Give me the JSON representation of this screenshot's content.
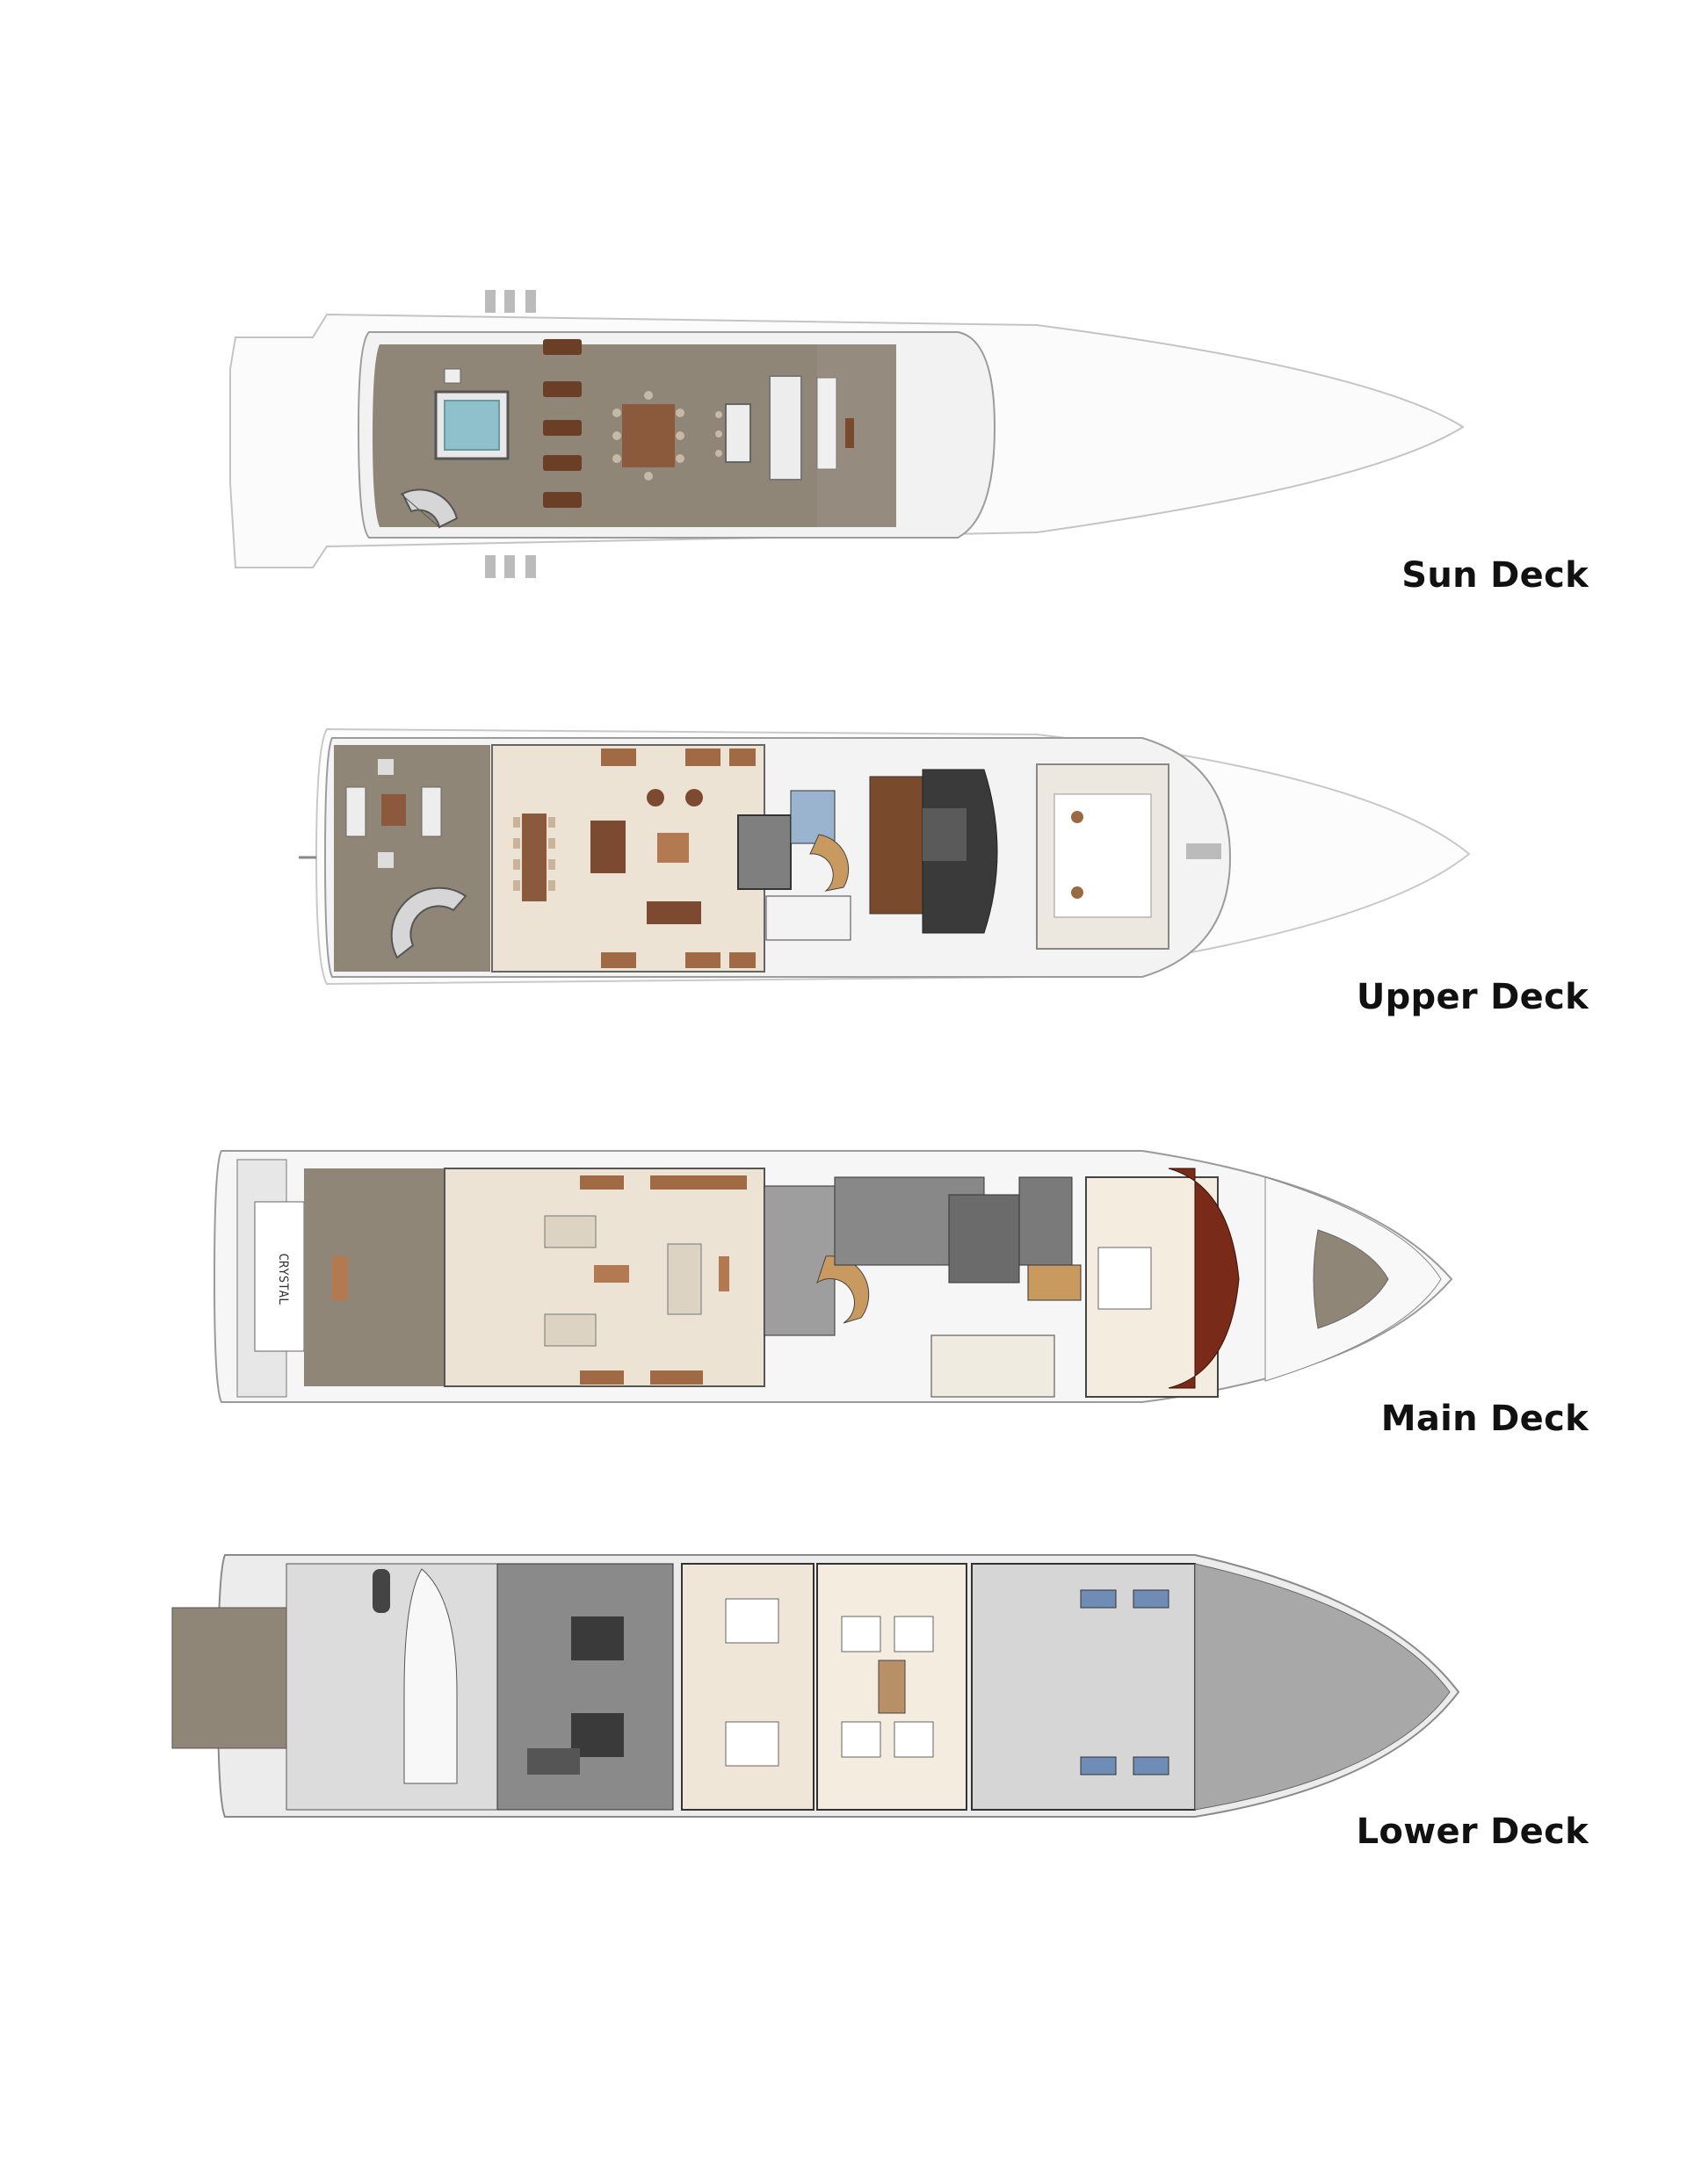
{
  "decks": {
    "sun": {
      "label": "Sun Deck"
    },
    "upper": {
      "label": "Upper Deck"
    },
    "main": {
      "label": "Main Deck",
      "stern_lettering": "CRYSTAL"
    },
    "lower": {
      "label": "Lower Deck"
    }
  },
  "colors": {
    "teak": "#8f8678",
    "teak_dark": "#7a7266",
    "interior_cream": "#ece3d4",
    "furniture_brown": "#a06a44",
    "dark_wood": "#5a3320",
    "master_headboard": "#7a2a18",
    "grey_room": "#9a9a9a",
    "hull_outline": "#bdbdbd",
    "lower_hull": "#a8a8a8"
  }
}
